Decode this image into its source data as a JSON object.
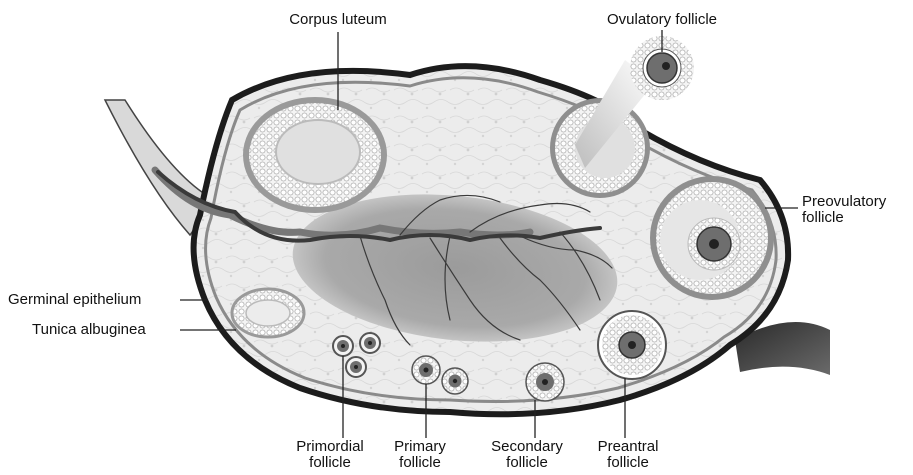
{
  "labels": {
    "corpus_luteum": "Corpus luteum",
    "ovulatory_follicle": "Ovulatory follicle",
    "preovulatory_l1": "Preovulatory",
    "preovulatory_l2": "follicle",
    "germinal_epithelium": "Germinal epithelium",
    "tunica_albuginea": "Tunica albuginea",
    "primordial_l1": "Primordial",
    "primordial_l2": "follicle",
    "primary_l1": "Primary",
    "primary_l2": "follicle",
    "secondary_l1": "Secondary",
    "secondary_l2": "follicle",
    "preantral_l1": "Preantral",
    "preantral_l2": "follicle"
  },
  "colors": {
    "outline": "#1c1c1c",
    "stroma": "#ececec",
    "medulla": "#a9a9a9",
    "vessel": "#3a3a3a",
    "granulosa": "#ffffff",
    "oocyte": "#6e6e6e",
    "leader": "#222222"
  }
}
